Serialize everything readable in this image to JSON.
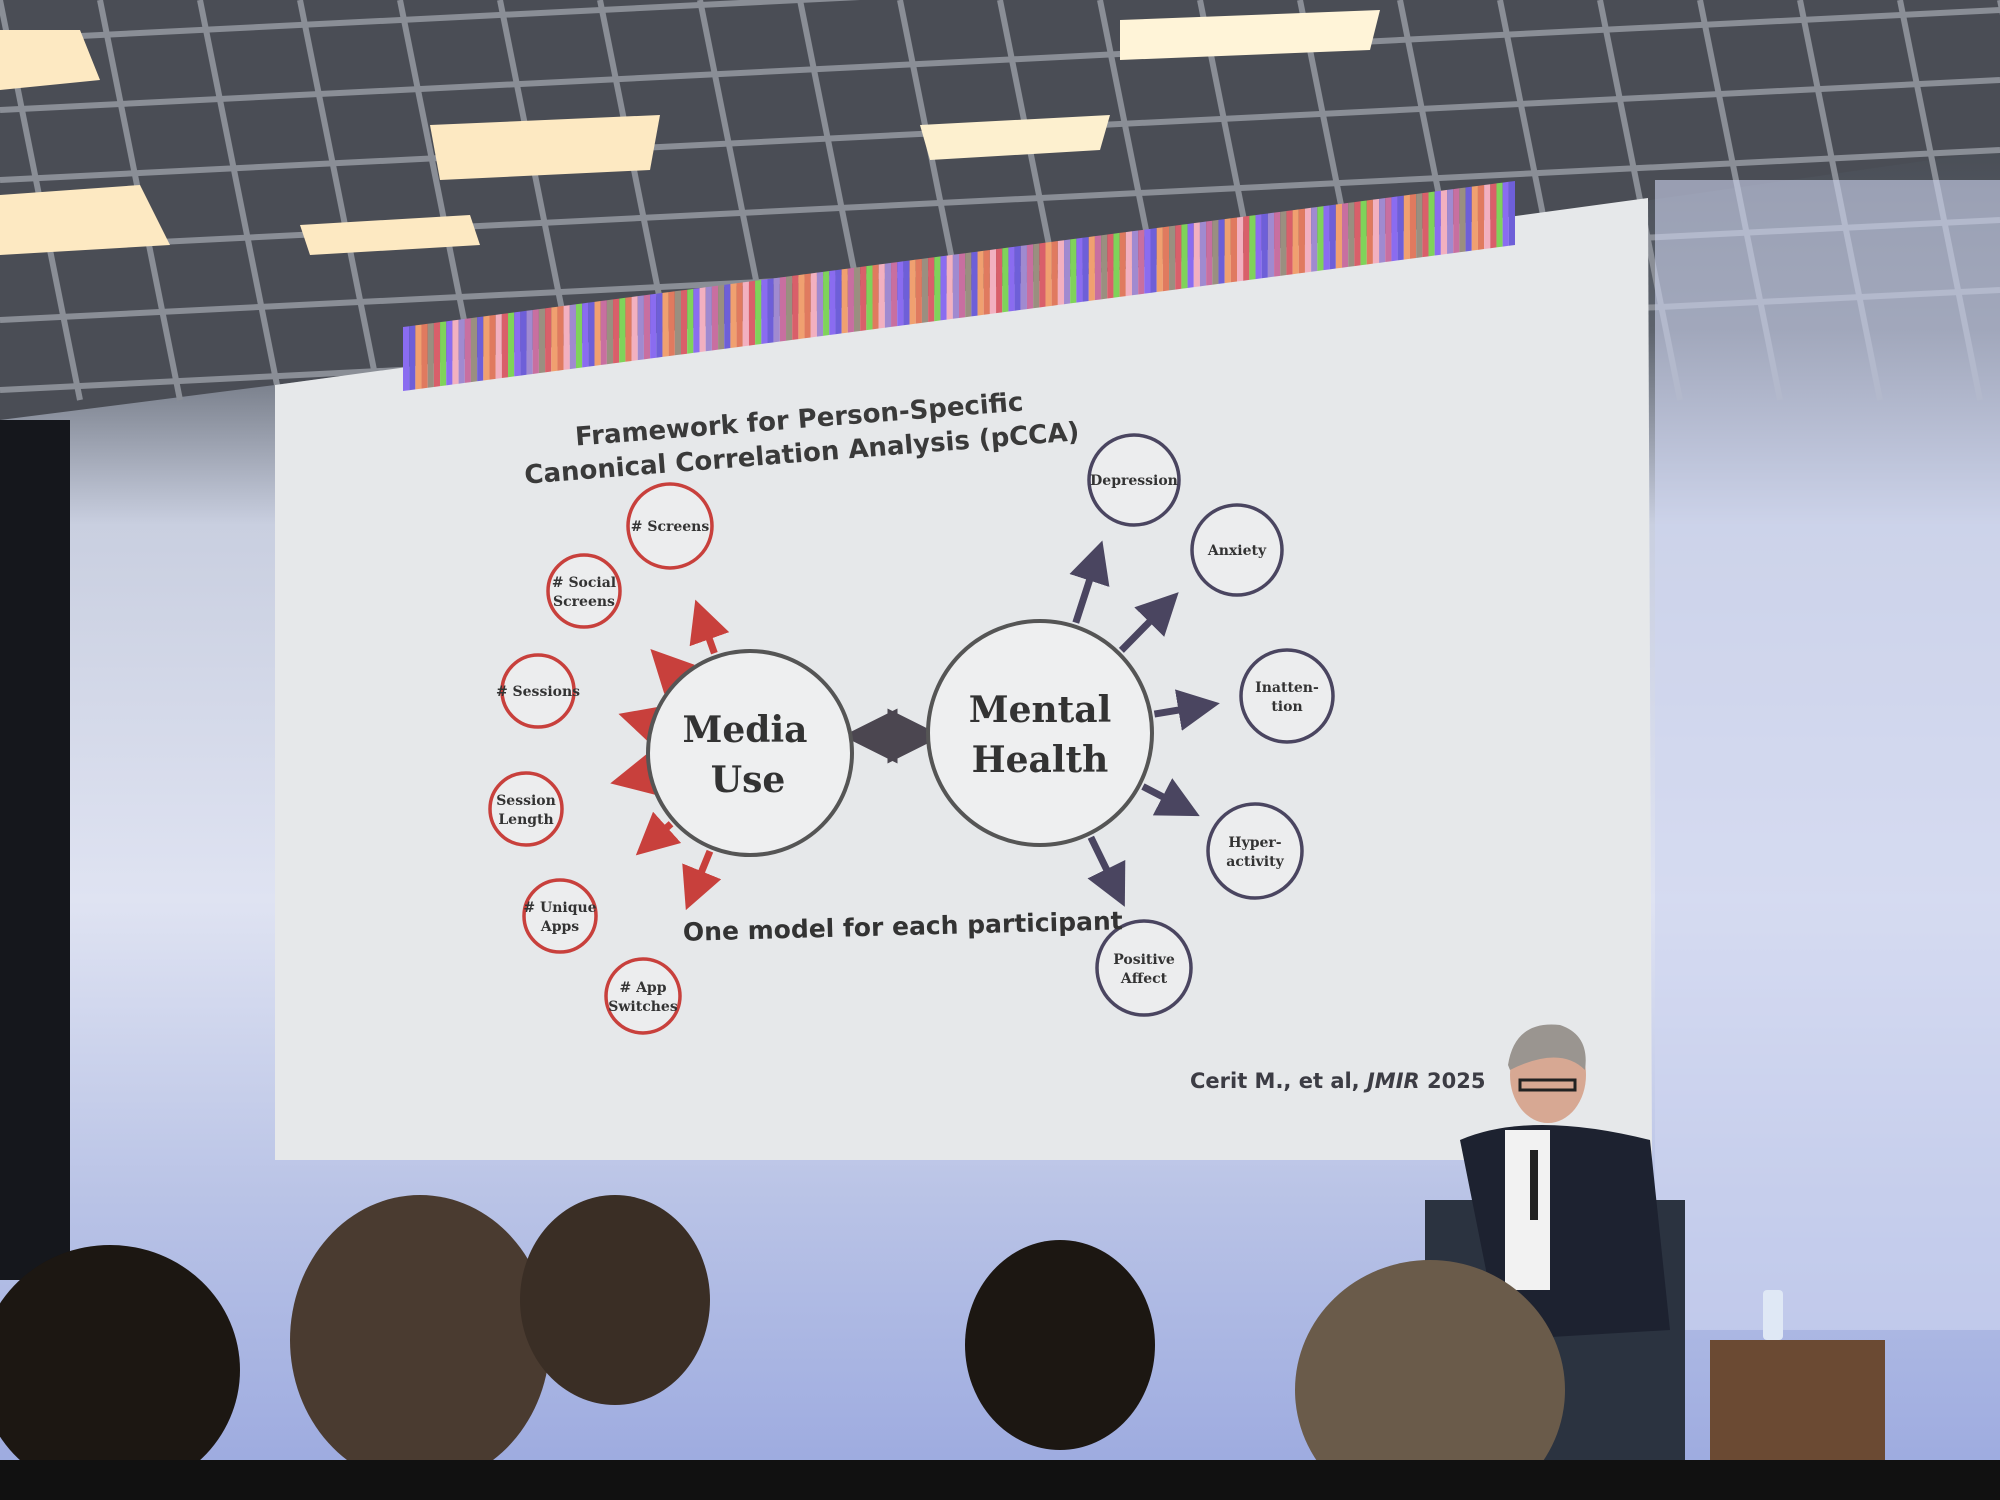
{
  "slide": {
    "title_line1": "Framework for Person-Specific",
    "title_line2": "Canonical Correlation Analysis (pCCA)",
    "center_left": {
      "line1": "Media",
      "line2": "Use"
    },
    "center_right": {
      "line1": "Mental",
      "line2": "Health"
    },
    "media_use_items": [
      {
        "line1": "# Screens",
        "line2": ""
      },
      {
        "line1": "# Social",
        "line2": "Screens"
      },
      {
        "line1": "# Sessions",
        "line2": ""
      },
      {
        "line1": "Session",
        "line2": "Length"
      },
      {
        "line1": "# Unique",
        "line2": "Apps"
      },
      {
        "line1": "# App",
        "line2": "Switches"
      }
    ],
    "mental_health_items": [
      {
        "line1": "Depression",
        "line2": ""
      },
      {
        "line1": "Anxiety",
        "line2": ""
      },
      {
        "line1": "Inatten-",
        "line2": "tion"
      },
      {
        "line1": "Hyper-",
        "line2": "activity"
      },
      {
        "line1": "Positive",
        "line2": "Affect"
      }
    ],
    "caption": "One model for each participant",
    "citation_authors": "Cerit M., et al, ",
    "citation_journal": "JMIR",
    "citation_year": " 2025",
    "colors": {
      "media": "#c8403c",
      "mental": "#4a4560",
      "arrow_mid": "#4b4650"
    }
  }
}
